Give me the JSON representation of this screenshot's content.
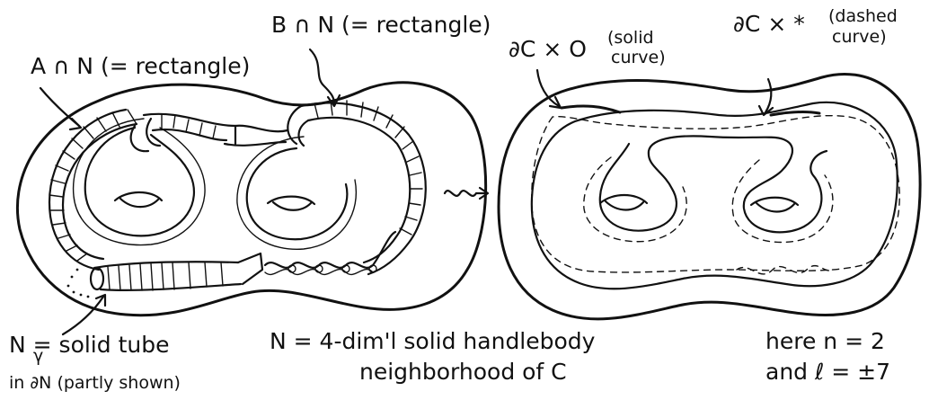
{
  "labels": {
    "a_cap_n": "A ∩ N (= rectangle)",
    "b_cap_n": "B ∩ N (= rectangle)",
    "dc_x_o": "∂C × O",
    "dc_x_o_note_1": "(solid",
    "dc_x_o_note_2": "curve)",
    "dc_x_star": "∂C × *",
    "dc_x_star_note_1": "(dashed",
    "dc_x_star_note_2": "curve)",
    "arrow": "⤳",
    "n_gamma_line1": "N  = solid tube",
    "n_gamma_sub": "γ",
    "n_gamma_line2": "in ∂N (partly shown)",
    "n_def_line1": "N = 4-dim'l  solid  handlebody",
    "n_def_line2": "neighborhood  of  C",
    "params_line1": "here  n = 2",
    "params_line2": "and  ℓ = ±7"
  }
}
